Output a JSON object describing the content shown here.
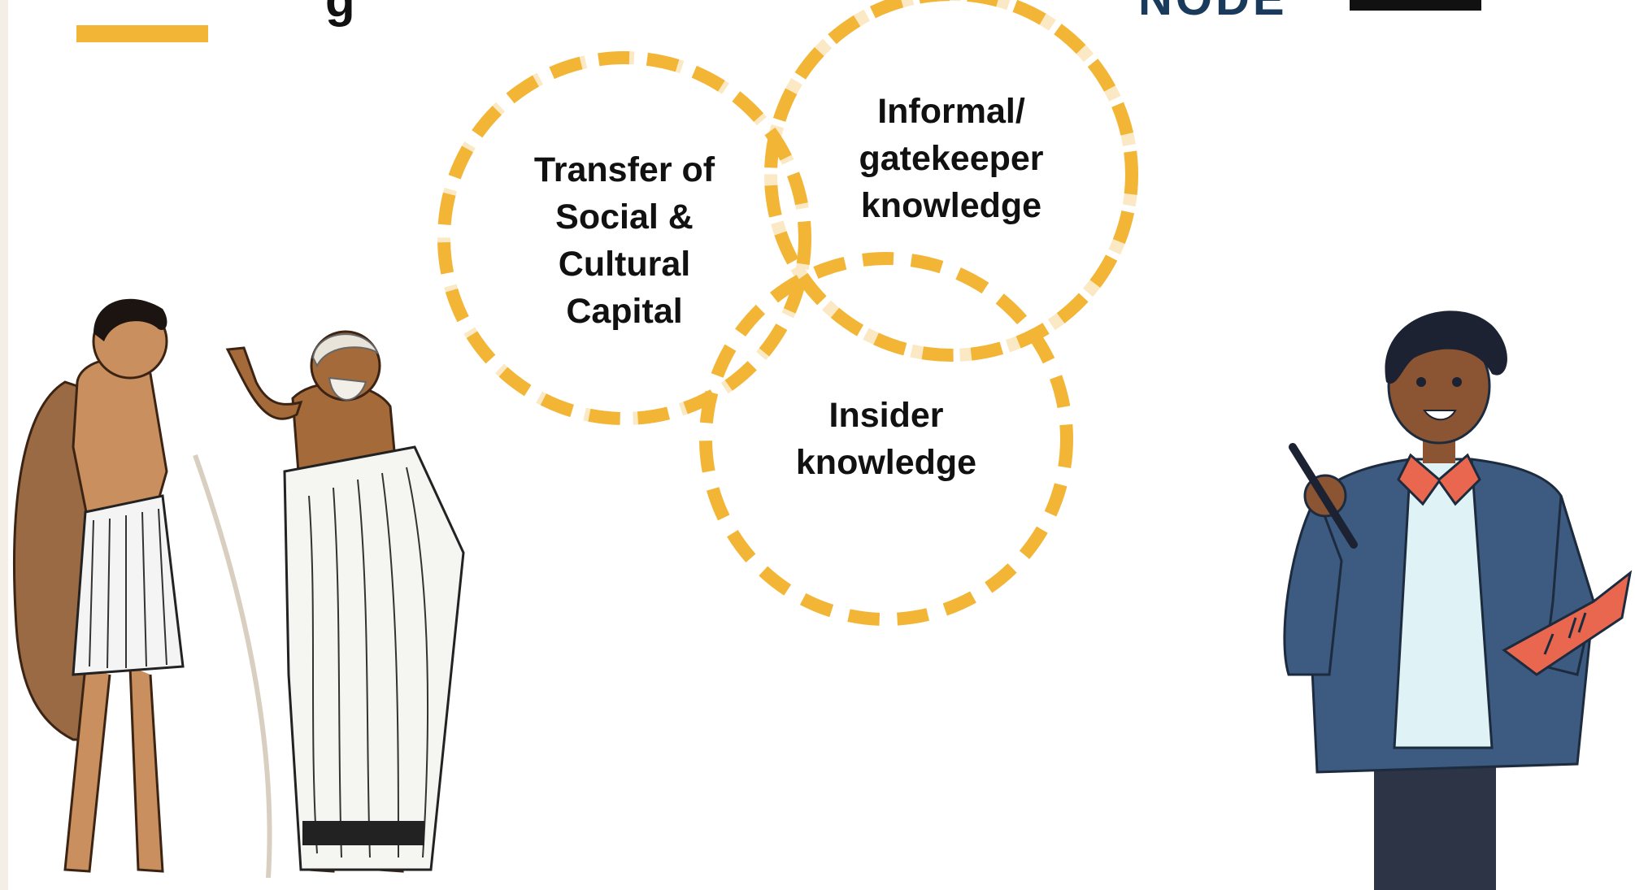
{
  "header": {
    "title_fragment": "g",
    "logo_text": "NODE"
  },
  "colors": {
    "accent": "#f2b535",
    "accent_faded": "#fbe9c5",
    "logo": "#1a3a5c",
    "text": "#111111",
    "background": "#ffffff"
  },
  "venn": {
    "circles": [
      {
        "id": "social-capital",
        "label": "Transfer of\nSocial &\nCultural\nCapital"
      },
      {
        "id": "informal-knowledge",
        "label": "Informal/\ngatekeeper\nknowledge"
      },
      {
        "id": "insider-knowledge",
        "label": "Insider\nknowledge"
      }
    ]
  },
  "illustrations": {
    "left": "greek-mentor-and-student-illustration",
    "right": "teacher-with-pen-and-book-illustration"
  }
}
